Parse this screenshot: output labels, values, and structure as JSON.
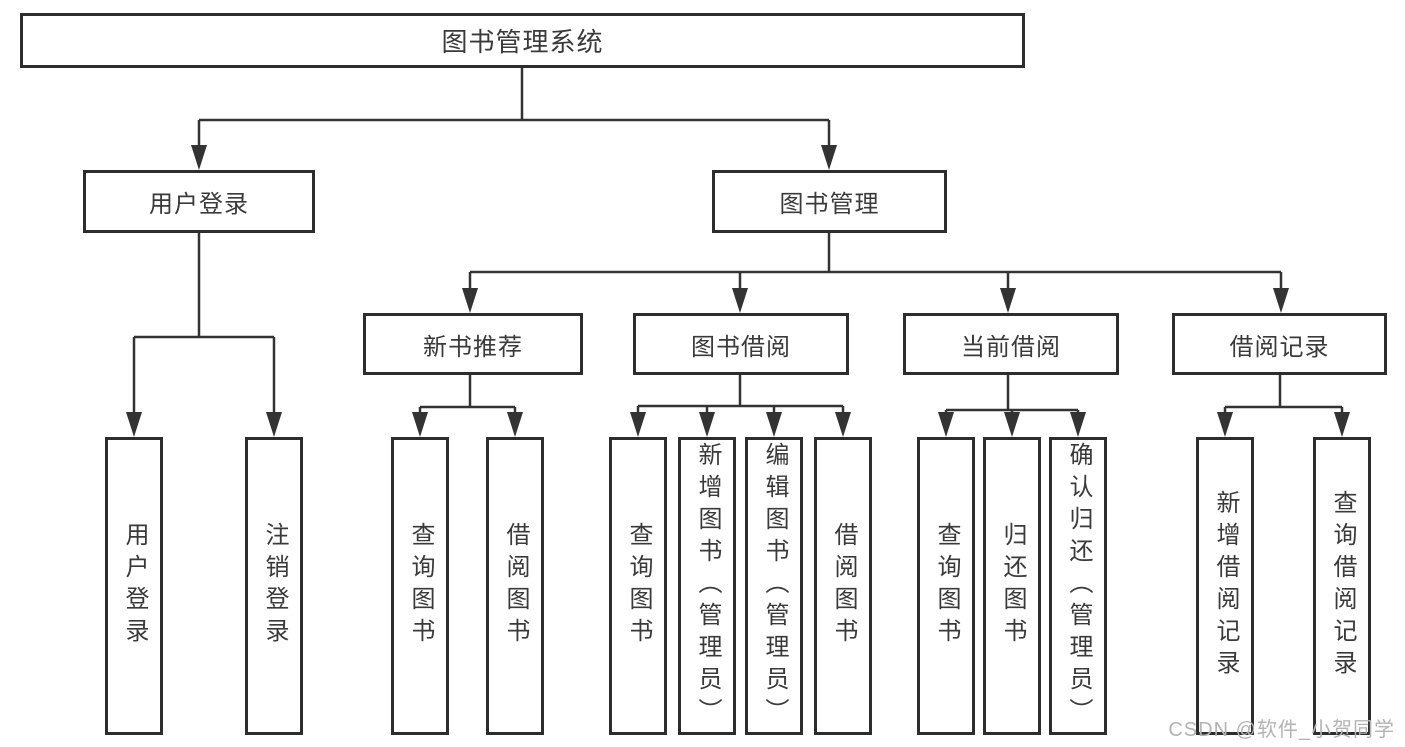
{
  "diagram_title": "图书管理系统",
  "tree": {
    "root": {
      "label": "图书管理系统",
      "children": [
        {
          "label": "用户登录",
          "children": [
            {
              "label": "用户登录"
            },
            {
              "label": "注销登录"
            }
          ]
        },
        {
          "label": "图书管理",
          "children": [
            {
              "label": "新书推荐",
              "children": [
                {
                  "label": "查询图书"
                },
                {
                  "label": "借阅图书"
                }
              ]
            },
            {
              "label": "图书借阅",
              "children": [
                {
                  "label": "查询图书"
                },
                {
                  "label": "新增图书（管理员）"
                },
                {
                  "label": "编辑图书（管理员）"
                },
                {
                  "label": "借阅图书"
                }
              ]
            },
            {
              "label": "当前借阅",
              "children": [
                {
                  "label": "查询图书"
                },
                {
                  "label": "归还图书"
                },
                {
                  "label": "确认归还（管理员）"
                }
              ]
            },
            {
              "label": "借阅记录",
              "children": [
                {
                  "label": "新增借阅记录"
                },
                {
                  "label": "查询借阅记录"
                }
              ]
            }
          ]
        }
      ]
    }
  },
  "watermark": {
    "text": "CSDN @软件_小贺同学"
  },
  "colors": {
    "line": "#333333",
    "box_border": "#2d2d2d",
    "text": "#3a3a3a",
    "watermark": "#b3b3b3",
    "background": "#ffffff"
  }
}
